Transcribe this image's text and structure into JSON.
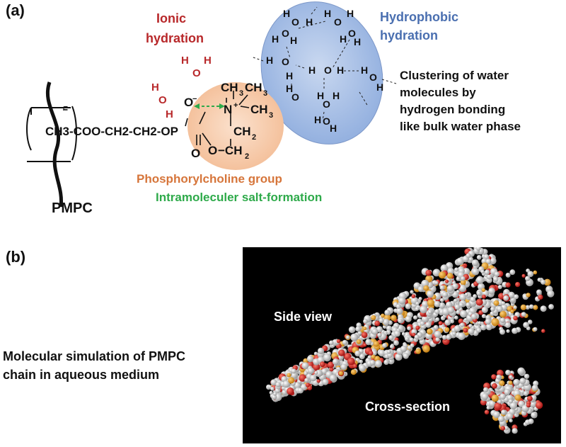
{
  "panel_a": {
    "label": "(a)",
    "ionic_hydration": [
      "Ionic",
      "hydration"
    ],
    "hydrophobic_hydration": [
      "Hydrophobic",
      "hydration"
    ],
    "clustering_text": [
      "Clustering of water",
      "molecules by",
      "hydrogen bonding",
      "like bulk water phase"
    ],
    "phosphorylcholine_label": "Phosphorylcholine group",
    "salt_formation_label": "Intramoleculer salt-formation",
    "polymer_name": "PMPC",
    "chain_formula": "CH3-COO-CH2-CH2-OP",
    "subscript_n": "n",
    "colors": {
      "ionic": "#b8282a",
      "hydrophobic": "#4a6fb0",
      "phosphoryl": "#d6753a",
      "salt": "#2eaa4a",
      "orange_circle": "#f6c9a8",
      "blue_ellipse": "#a9c1e6"
    }
  },
  "panel_b": {
    "label": "(b)",
    "caption": [
      "Molecular simulation of PMPC",
      "chain in aqueous medium"
    ],
    "side_view_label": "Side view",
    "cross_section_label": "Cross-section"
  }
}
